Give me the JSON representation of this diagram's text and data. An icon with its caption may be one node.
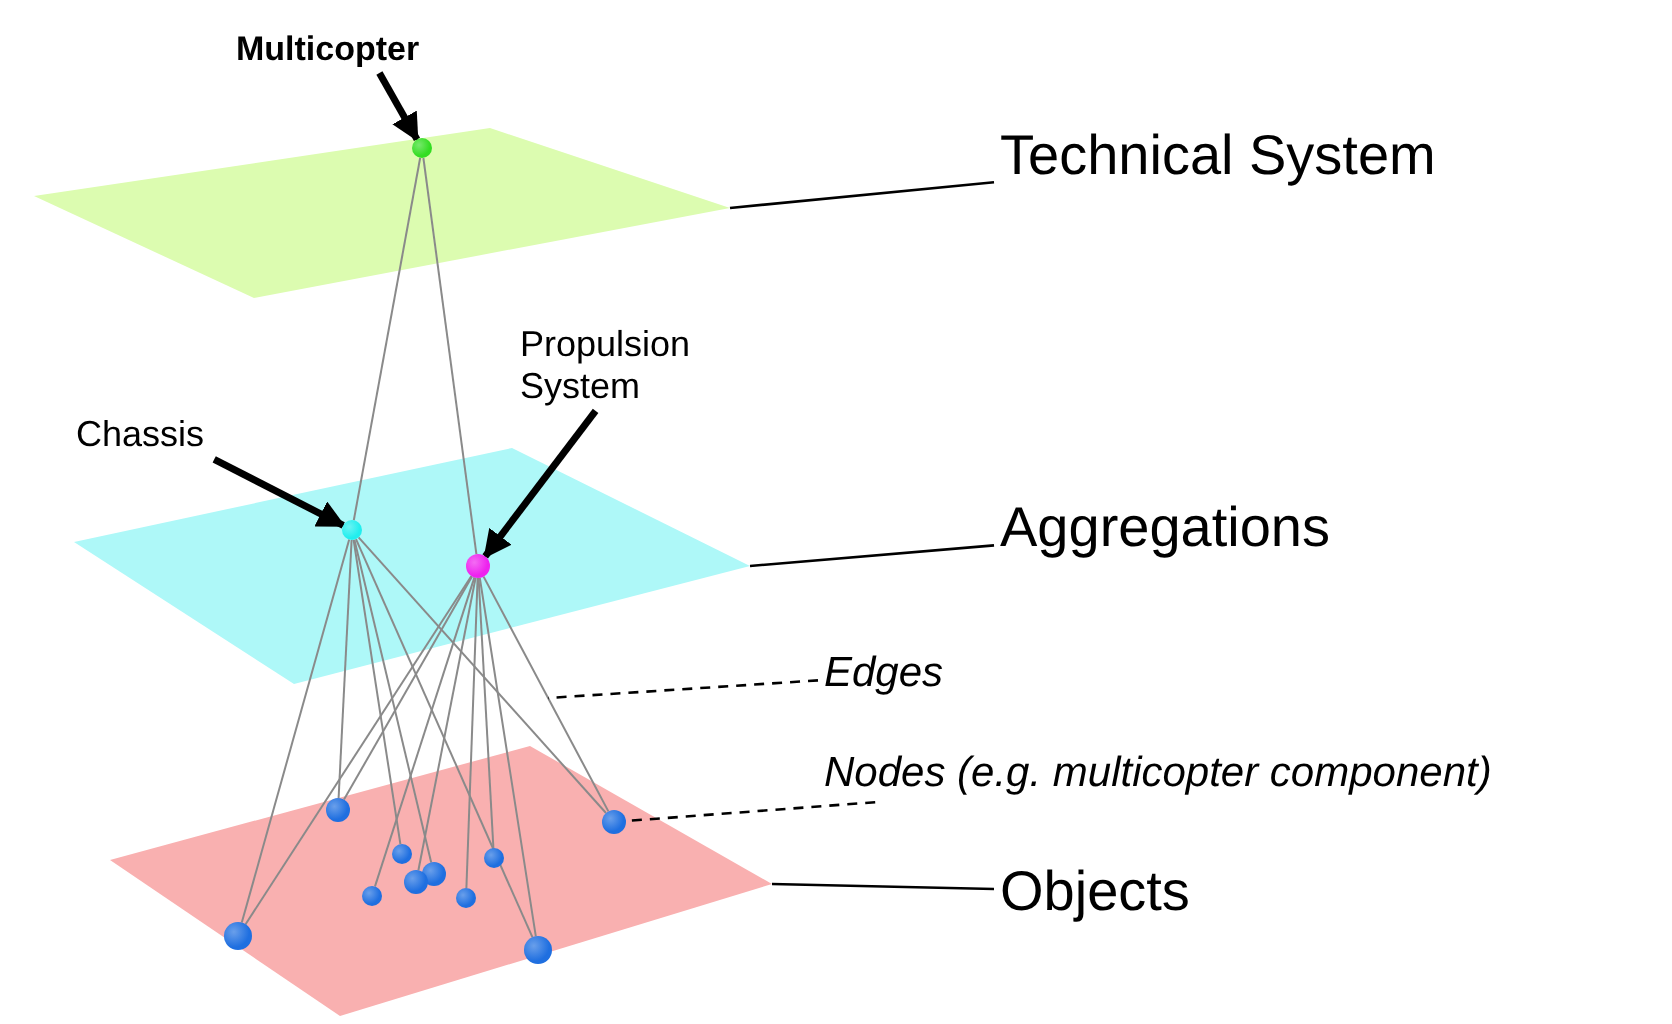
{
  "diagram": {
    "nodes": [
      {
        "text": [
          "Multicopter"
        ]
      },
      {
        "text": [],
        "shape": "parallelogram"
      },
      {
        "text": [],
        "shape": "circle",
        "in": 1
      },
      {
        "text": [
          "Technical System"
        ]
      },
      {
        "text": [
          "Chassis"
        ]
      },
      {
        "text": [
          "Propulsion System"
        ]
      },
      {
        "text": [],
        "shape": "parallelogram"
      },
      {
        "text": [],
        "shape": "circle",
        "in": 6
      },
      {
        "text": [],
        "shape": "circle",
        "in": 6
      },
      {
        "text": [
          "Aggregations"
        ]
      },
      {
        "text": [
          "Edges"
        ]
      },
      {
        "text": [
          "Nodes (e.g. multicopter component)"
        ]
      },
      {
        "text": [],
        "shape": "parallelogram"
      },
      {
        "text": [],
        "shape": "circle",
        "in": 12
      },
      {
        "text": [],
        "shape": "circle",
        "in": 12
      },
      {
        "text": [],
        "shape": "circle",
        "in": 12
      },
      {
        "text": [],
        "shape": "circle",
        "in": 12
      },
      {
        "text": [],
        "shape": "circle",
        "in": 12
      },
      {
        "text": [],
        "shape": "circle",
        "in": 12
      },
      {
        "text": [],
        "shape": "circle",
        "in": 12
      },
      {
        "text": [],
        "shape": "circle",
        "in": 12
      },
      {
        "text": [],
        "shape": "circle",
        "in": 12
      },
      {
        "text": [],
        "shape": "circle",
        "in": 12
      },
      {
        "text": [
          "Objects"
        ]
      }
    ],
    "edges": [
      {
        "from": 2,
        "to": 7,
        "arrow": "none"
      },
      {
        "from": 2,
        "to": 8,
        "arrow": "none"
      },
      {
        "from": 7,
        "to": 21,
        "arrow": "none"
      },
      {
        "from": 7,
        "to": 13,
        "arrow": "none"
      },
      {
        "from": 7,
        "to": 15,
        "arrow": "none"
      },
      {
        "from": 7,
        "to": 17,
        "arrow": "none"
      },
      {
        "from": 7,
        "to": 22,
        "arrow": "none"
      },
      {
        "from": 7,
        "to": 14,
        "arrow": "none"
      },
      {
        "from": 8,
        "to": 21,
        "arrow": "none"
      },
      {
        "from": 8,
        "to": 13,
        "arrow": "none"
      },
      {
        "from": 8,
        "to": 19,
        "arrow": "none"
      },
      {
        "from": 8,
        "to": 18,
        "arrow": "none"
      },
      {
        "from": 8,
        "to": 20,
        "arrow": "none"
      },
      {
        "from": 8,
        "to": 16,
        "arrow": "none"
      },
      {
        "from": 8,
        "to": 22,
        "arrow": "none"
      },
      {
        "from": 8,
        "to": 14,
        "arrow": "none"
      },
      {
        "from": 0,
        "to": 2,
        "arrow": "to",
        "style": "thick",
        "color": "#000000"
      },
      {
        "from": 4,
        "to": 7,
        "arrow": "to",
        "style": "thick",
        "color": "#000000"
      },
      {
        "from": 5,
        "to": 8,
        "arrow": "to",
        "style": "thick",
        "color": "#000000"
      },
      {
        "from": 3,
        "to": 1,
        "arrow": "none",
        "color": "#000000"
      },
      {
        "from": 9,
        "to": 6,
        "arrow": "none",
        "color": "#000000"
      },
      {
        "from": 23,
        "to": 12,
        "arrow": "none",
        "color": "#000000"
      },
      {
        "from": 10,
        "to": null,
        "arrow": "none",
        "style": "dashed",
        "color": "#000000"
      },
      {
        "from": 11,
        "to": 14,
        "arrow": "none",
        "style": "dashed",
        "color": "#000000"
      }
    ]
  }
}
